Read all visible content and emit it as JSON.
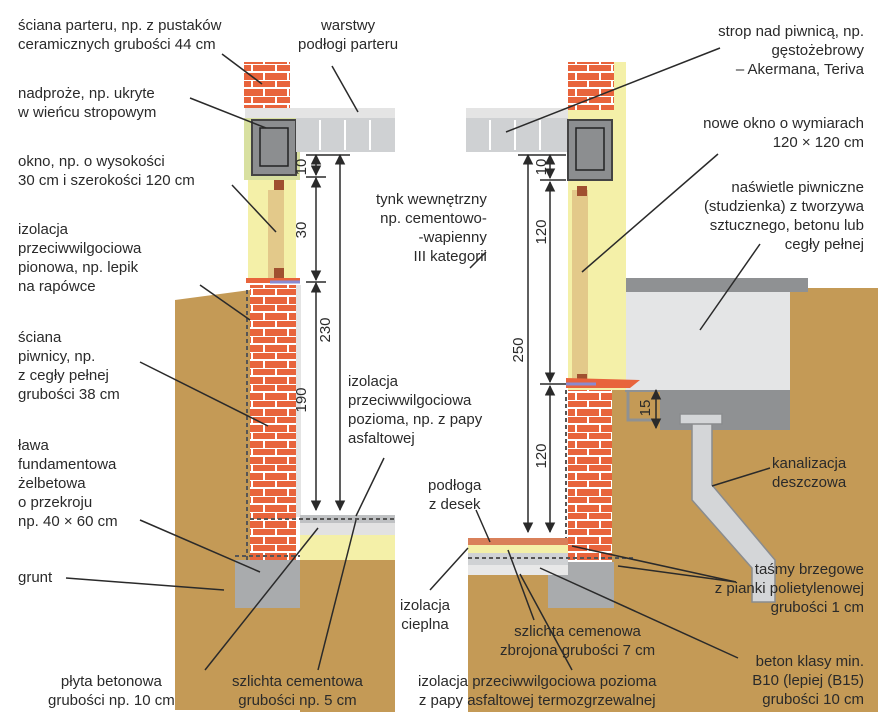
{
  "colors": {
    "soil": "#c49a56",
    "brick": "#e8643c",
    "mortar": "#ffffff",
    "concrete": "#a9abad",
    "concrete_light": "#cfd1d3",
    "insulation": "#f4f0a8",
    "plaster": "#e4e4e4",
    "screed": "#d9d9d9",
    "floor_board": "#d9805a",
    "line": "#2a2a2a"
  },
  "left": {
    "labels": {
      "wall_ground_floor": "ściana parteru, np. z pustaków\nceramicznych grubości 44 cm",
      "floor_layers": "warstwy\npodłogi parteru",
      "lintel": "nadproże, np. ukryte\nw wieńcu stropowym",
      "window": "okno, np. o wysokości\n30 cm i szerokości 120 cm",
      "vertical_insulation": "izolacja\nprzeciwwilgociowa\npionowa, np. lepik\nna rapówce",
      "basement_wall": "ściana\npiwnicy, np.\nz cegły pełnej\ngrubości 38 cm",
      "footing": "ława\nfundamentowa\nżelbetowa\no przekroju\nnp. 40 × 60 cm",
      "soil": "grunt",
      "horizontal_insulation": "izolacja\nprzeciwwilgociowa\npozioma, np. z papy\nasfaltowej",
      "slab": "płyta betonowa\ngrubości np. 10 cm",
      "screed": "szlichta cementowa\ngrubości np. 5 cm"
    },
    "dimensions": {
      "lintel": "10",
      "window": "30",
      "below_window": "190",
      "total": "230"
    }
  },
  "right": {
    "labels": {
      "ceiling": "strop nad piwnicą, np.\ngęstożebrowy\n– Akermana, Teriva",
      "new_window": "nowe okno o wymiarach\n120 × 120 cm",
      "plaster": "tynk wewnętrzny\nnp. cementowo-\n-wapienny\nIII kategorii",
      "light_well": "naświetle piwniczne\n(studzienka) z tworzywa\nsztucznego, betonu lub\ncegły pełnej",
      "drainage": "kanalizacja\ndeszczowa",
      "floor_boards": "podłoga\nz desek",
      "edge_tapes": "taśmy brzegowe\nz pianki polietylenowej\ngrubości 1 cm",
      "thermal_insulation": "izolacja\ncieplna",
      "reinforced_screed": "szlichta cemenowa\nzbrojona grubości 7 cm",
      "concrete": "beton klasy min.\nB10 (lepiej (B15)\ngrubości 10 cm",
      "tar_paper": "izolacja przeciwwilgociowa pozioma\nz papy asfaltowej termozgrzewalnej"
    },
    "dimensions": {
      "lintel": "10",
      "window": "120",
      "below_window": "120",
      "total": "250",
      "well": "15"
    }
  }
}
